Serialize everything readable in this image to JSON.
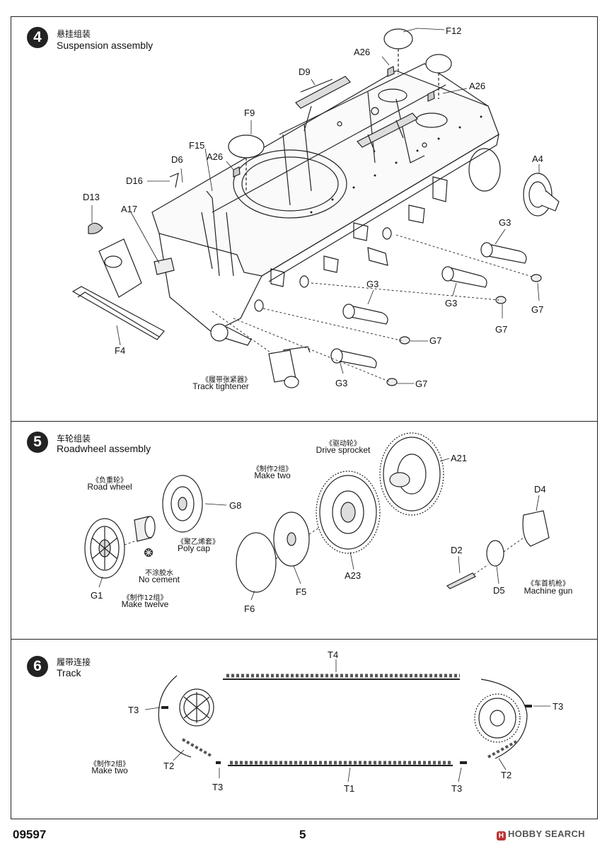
{
  "steps": [
    {
      "number": "4",
      "title_cn": "悬挂组装",
      "title_en": "Suspension assembly"
    },
    {
      "number": "5",
      "title_cn": "车轮组装",
      "title_en": "Roadwheel assembly"
    },
    {
      "number": "6",
      "title_cn": "履带连接",
      "title_en": "Track"
    }
  ],
  "step4": {
    "labels": {
      "F12": "F12",
      "A26a": "A26",
      "A26b": "A26",
      "A26c": "A26",
      "D9": "D9",
      "F9": "F9",
      "F15": "F15",
      "D6": "D6",
      "D16": "D16",
      "D13": "D13",
      "A17": "A17",
      "A4": "A4",
      "G3a": "G3",
      "G3b": "G3",
      "G3c": "G3",
      "G3d": "G3",
      "G7a": "G7",
      "G7b": "G7",
      "G7c": "G7",
      "G7d": "G7",
      "F4": "F4"
    },
    "track_tightener_cn": "《履带张紧器》",
    "track_tightener_en": "Track tightener"
  },
  "step5": {
    "labels": {
      "G8": "G8",
      "G1": "G1",
      "F5": "F5",
      "F6": "F6",
      "A23": "A23",
      "A21": "A21",
      "D4": "D4",
      "D2": "D2",
      "D5": "D5"
    },
    "road_wheel_cn": "《负重轮》",
    "road_wheel_en": "Road wheel",
    "make_two_cn": "《制作2组》",
    "make_two_en": "Make two",
    "drive_sprocket_cn": "《驱动轮》",
    "drive_sprocket_en": "Drive sprocket",
    "poly_cap_cn": "《聚乙烯套》",
    "poly_cap_en": "Poly cap",
    "no_cement_cn": "不涂胶水",
    "no_cement_en": "No cement",
    "make_twelve_cn": "《制作12组》",
    "make_twelve_en": "Make twelve",
    "machine_gun_cn": "《车首机枪》",
    "machine_gun_en": "Machine gun"
  },
  "step6": {
    "labels": {
      "T4": "T4",
      "T3a": "T3",
      "T3b": "T3",
      "T3c": "T3",
      "T3d": "T3",
      "T2a": "T2",
      "T2b": "T2",
      "T1": "T1"
    },
    "make_two_cn": "《制作2组》",
    "make_two_en": "Make two"
  },
  "footer": {
    "code": "09597",
    "page": "5",
    "watermark": "HOBBY SEARCH",
    "watermark_icon": "H"
  }
}
